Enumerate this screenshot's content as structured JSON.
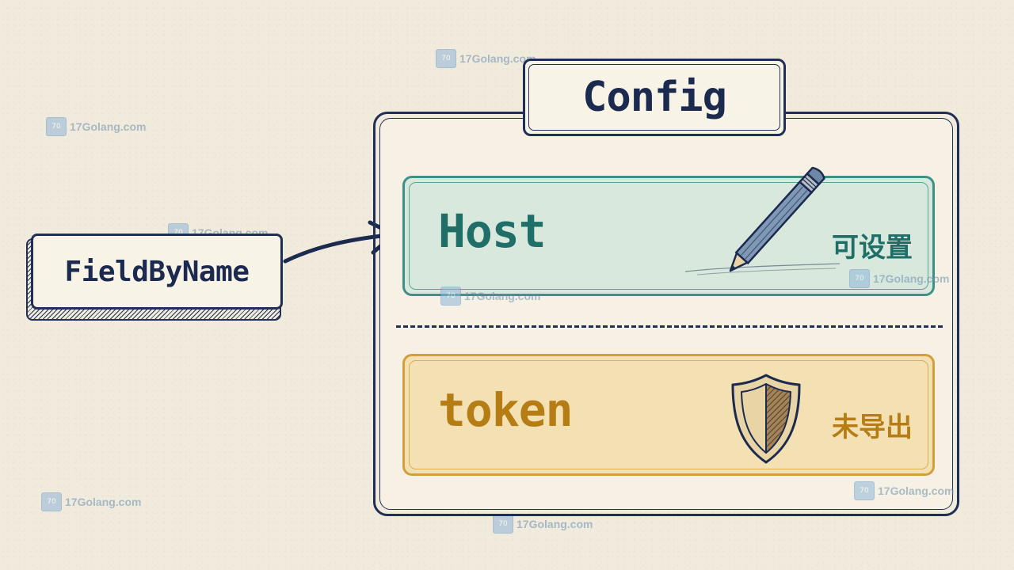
{
  "lookup": {
    "label": "FieldByName"
  },
  "struct": {
    "title": "Config",
    "fields": [
      {
        "name": "Host",
        "status": "可设置",
        "icon": "pencil-icon",
        "color": "#1f6e67"
      },
      {
        "name": "token",
        "status": "未导出",
        "icon": "shield-icon",
        "color": "#b57d14"
      }
    ]
  },
  "watermark": {
    "text": "17Golang.com"
  },
  "colors": {
    "ink": "#1f2f55",
    "exported": "#3e9188",
    "unexported": "#d39f3a",
    "paper": "#f1ebdd"
  }
}
